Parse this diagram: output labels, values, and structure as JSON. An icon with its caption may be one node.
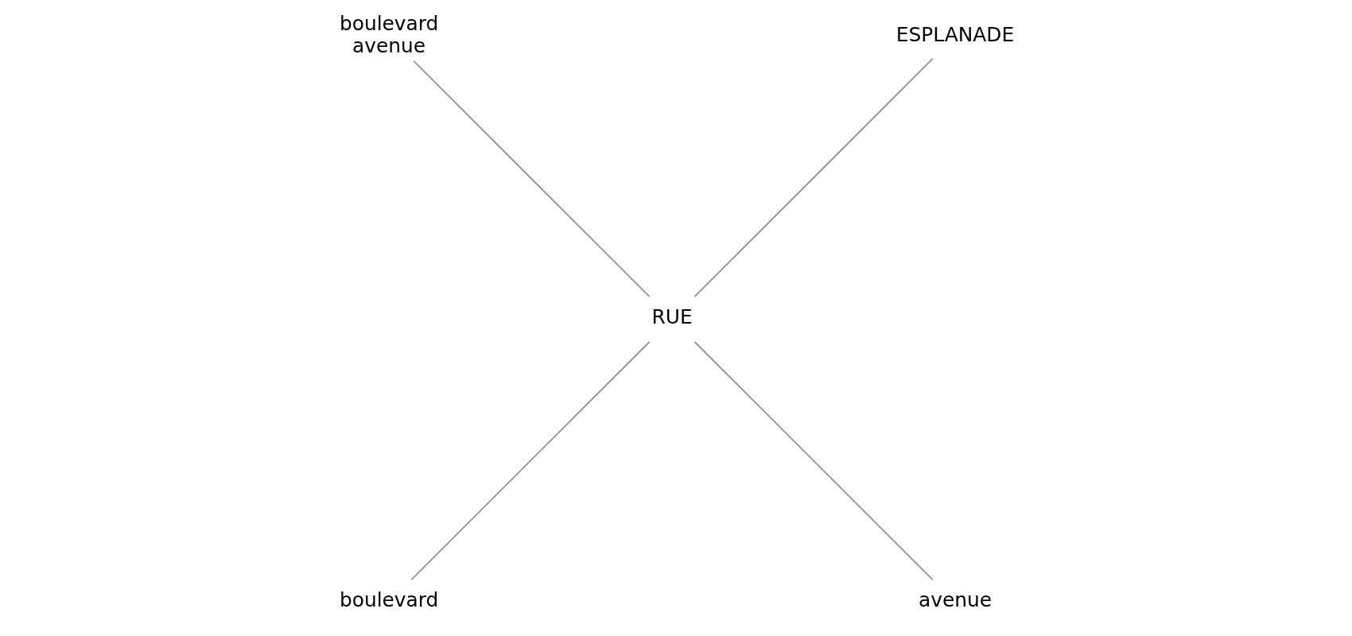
{
  "diagram": {
    "nodes": [
      {
        "text": [
          "ESPLANADE"
        ]
      },
      {
        "text": [
          "boulevard avenue"
        ]
      },
      {
        "text": [
          "RUE"
        ]
      },
      {
        "text": [
          "boulevard"
        ]
      },
      {
        "text": [
          "avenue"
        ]
      }
    ],
    "edges": [
      {
        "from": 2,
        "to": 0,
        "arrow": "none"
      },
      {
        "from": 2,
        "to": 3,
        "arrow": "none"
      },
      {
        "from": 2,
        "to": 4,
        "arrow": "none"
      },
      {
        "from": 2,
        "to": 1,
        "arrow": "none"
      }
    ]
  }
}
